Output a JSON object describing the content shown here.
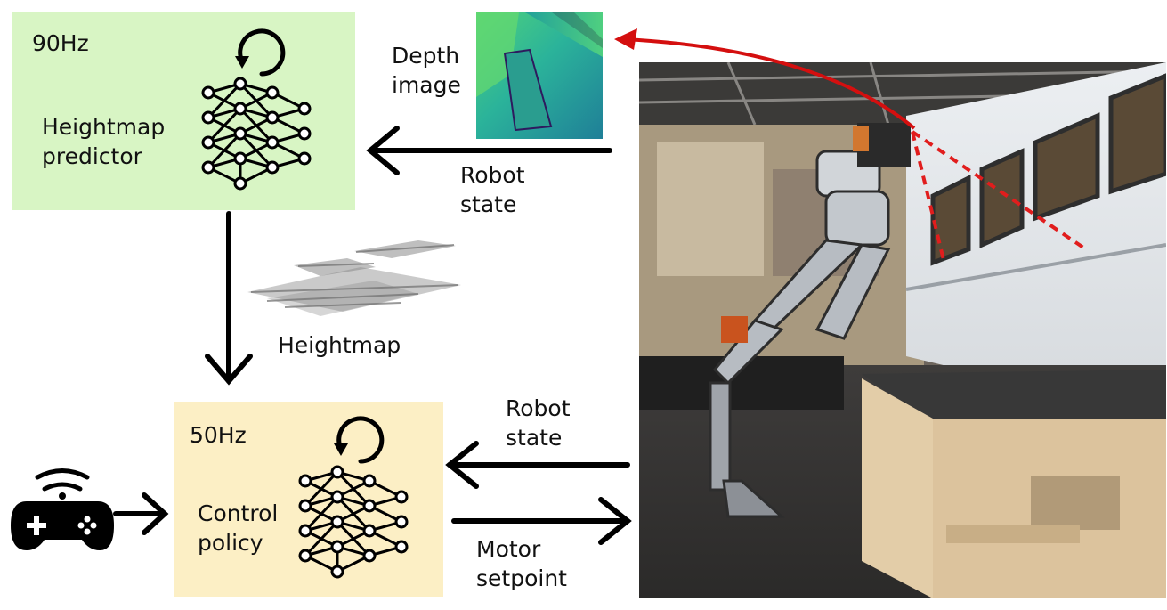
{
  "heightmap_block": {
    "rate": "90Hz",
    "label": "Heightmap\npredictor"
  },
  "policy_block": {
    "rate": "50Hz",
    "label": "Control\npolicy"
  },
  "inputs": {
    "depth_image": "Depth\nimage",
    "robot_state_top": "Robot\nstate",
    "robot_state_bottom": "Robot\nstate"
  },
  "edges": {
    "heightmap": "Heightmap",
    "motor_setpoint": "Motor\nsetpoint"
  },
  "icons": {
    "cycle": "cycle-arrow-icon",
    "network": "neural-network-icon",
    "gamepad": "gamepad-icon",
    "heightmap": "heightmap-pointcloud-icon"
  },
  "colors": {
    "heightmap_box": "#d8f5c4",
    "policy_box": "#fcefc5",
    "camera_ray": "#e11d1d",
    "arrow": "#000000"
  }
}
